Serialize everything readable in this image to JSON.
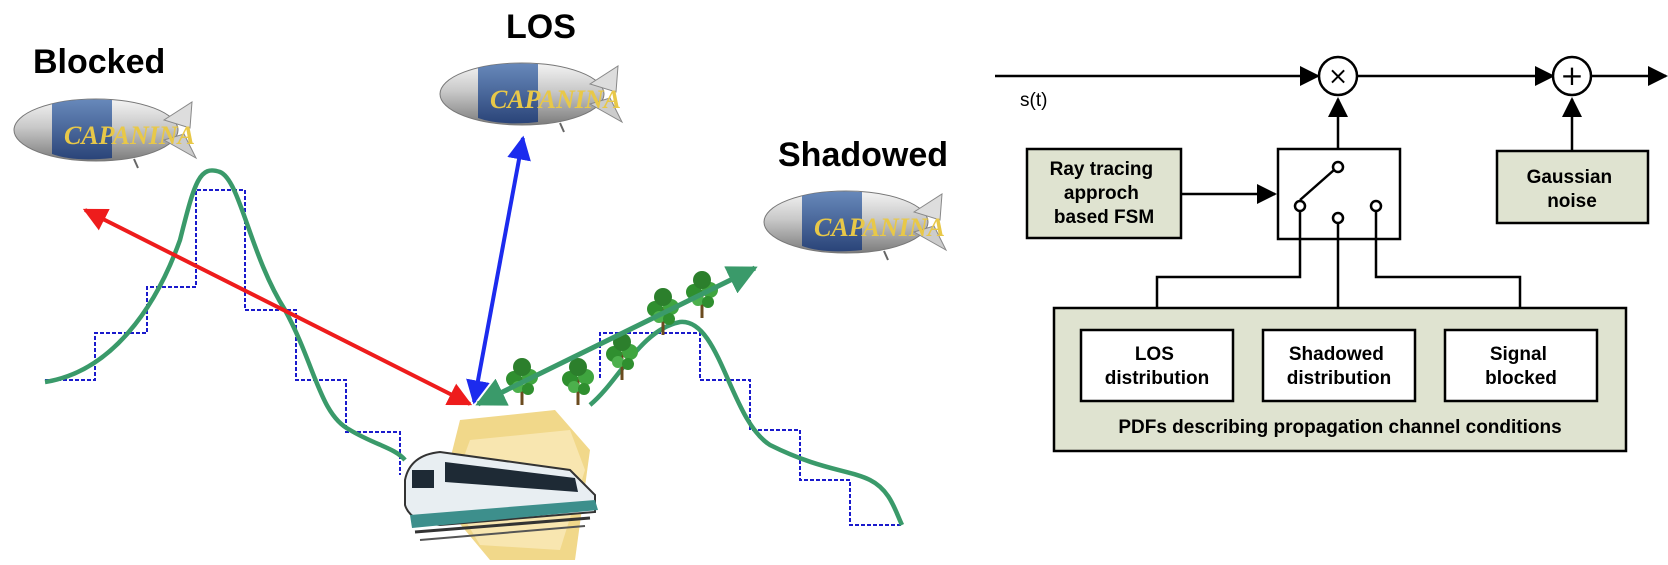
{
  "scene": {
    "labels": {
      "blocked": "Blocked",
      "los": "LOS",
      "shadowed": "Shadowed"
    },
    "airship_text": "CAPANINA",
    "colors": {
      "blocked_ray": "#ee1c1c",
      "los_ray": "#1c2bee",
      "shadowed_ray": "#3a9a6a",
      "terrain_curve": "#3a9a6a",
      "terrain_steps": "#1a1acc"
    }
  },
  "block_diagram": {
    "signal_label": "s(t)",
    "multiplier_symbol": "×",
    "adder_symbol": "+",
    "fsm_box": [
      "Ray tracing",
      "approch",
      "based FSM"
    ],
    "noise_box": [
      "Gaussian",
      "noise"
    ],
    "distributions": [
      [
        "LOS",
        "distribution"
      ],
      [
        "Shadowed",
        "distribution"
      ],
      [
        "Signal",
        "blocked"
      ]
    ],
    "container_caption": "PDFs describing propagation channel conditions",
    "colors": {
      "box_fill": "#dfe3d0",
      "line": "#000000"
    }
  }
}
